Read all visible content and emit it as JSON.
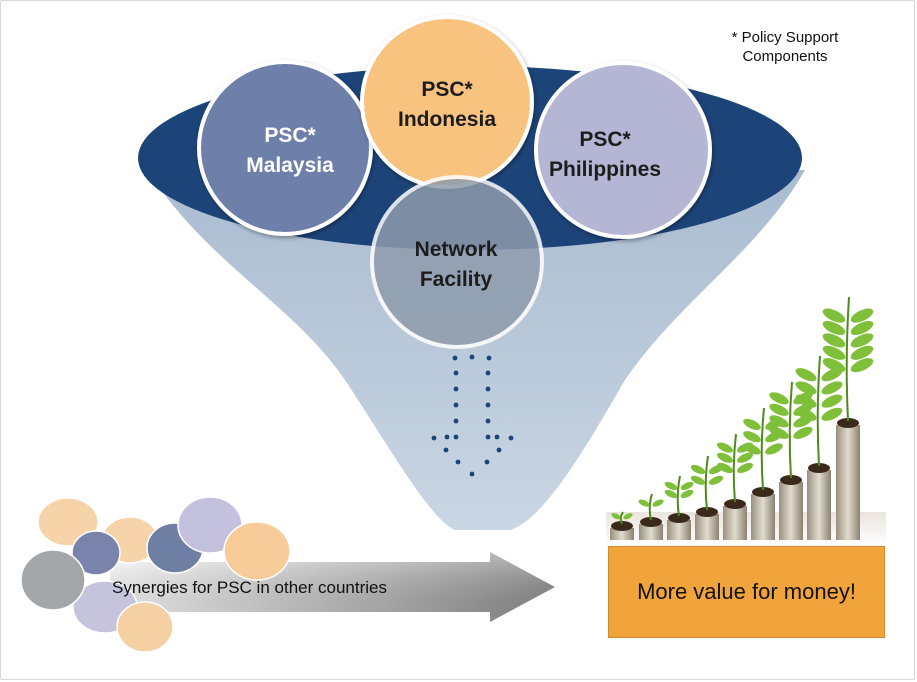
{
  "footnote": {
    "line1": "* Policy Support",
    "line2": "Components"
  },
  "circles": {
    "malaysia": {
      "line1": "PSC*",
      "line2": "Malaysia"
    },
    "indonesia": {
      "line1": "PSC*",
      "line2": "Indonesia"
    },
    "philippines": {
      "line1": "PSC*",
      "line2": "Philippines"
    },
    "network": {
      "line1": "Network",
      "line2": "Facility"
    }
  },
  "synergy_label": "Synergies for PSC in other countries",
  "value_label": "More value for money!",
  "colors": {
    "funnel_rim": "#1d4478",
    "funnel_body": "#b4c5d8",
    "malaysia": "#6e7fa9",
    "indonesia": "#f8c27f",
    "philippines": "#b5b5d4",
    "network": "#8e9cac",
    "value_box": "#f0a43b"
  }
}
